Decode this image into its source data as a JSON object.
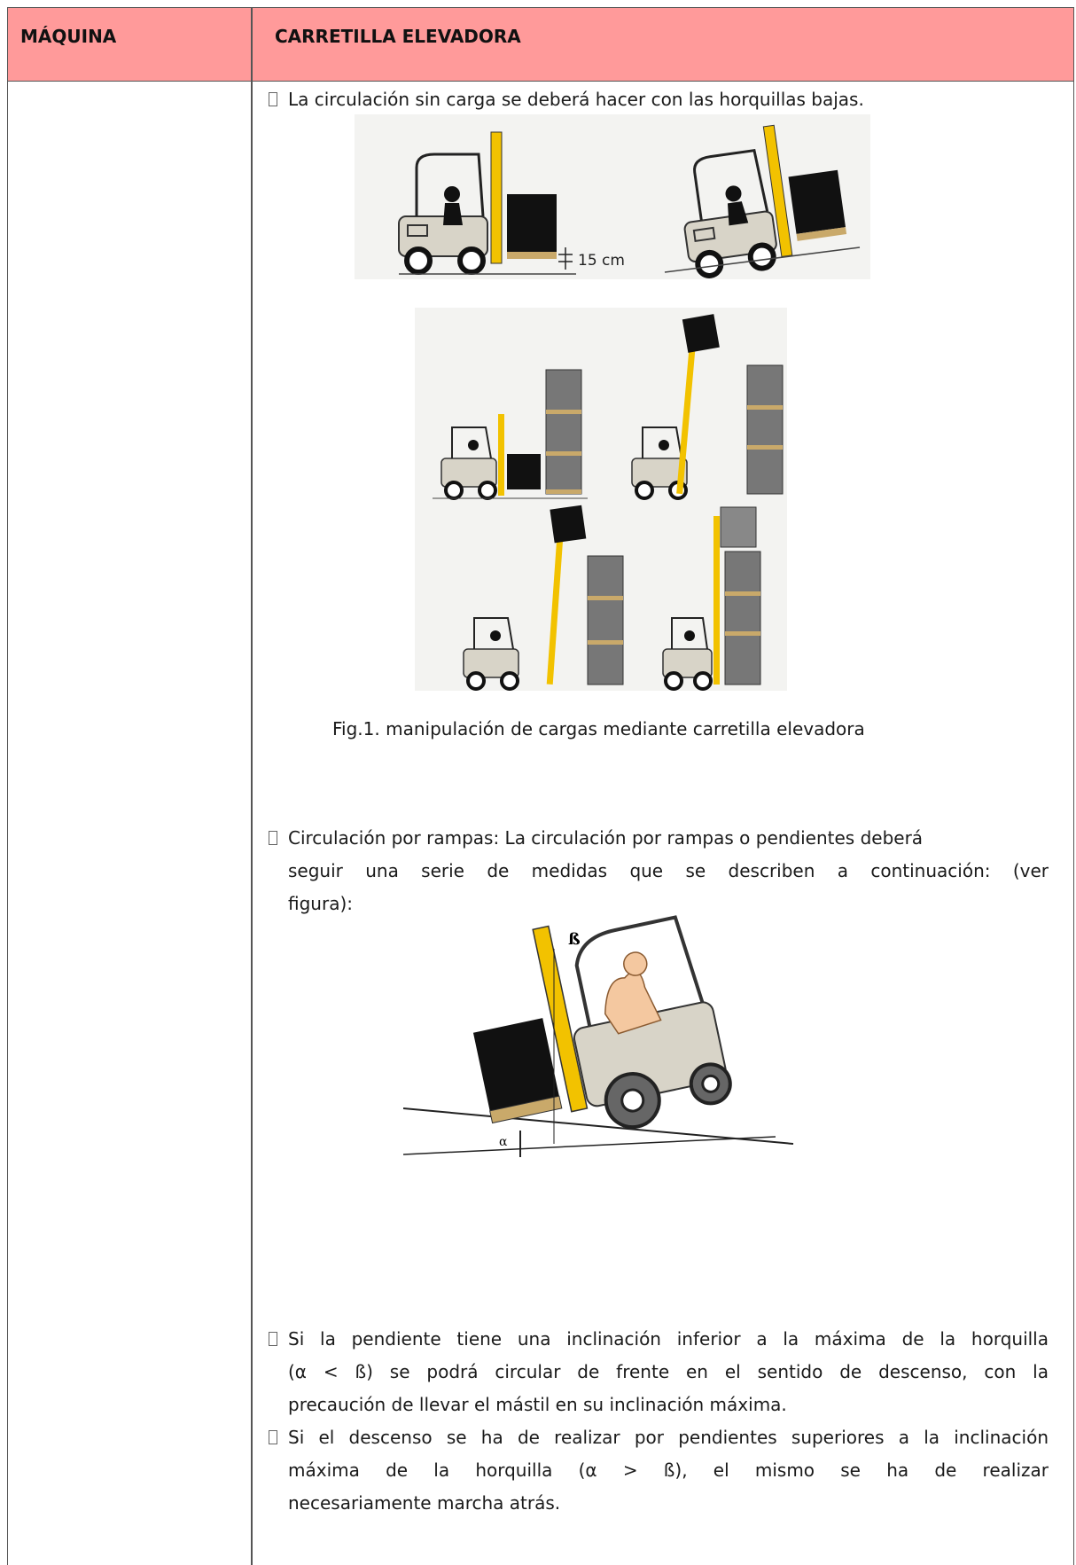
{
  "header": {
    "left": "MÁQUINA",
    "right": "CARRETILLA ELEVADORA"
  },
  "content": {
    "bullet1": "La circulación sin carga se deberá hacer con las horquillas bajas.",
    "fig1_measure": "15 cm",
    "caption": "Fig.1. manipulación de cargas mediante carretilla elevadora",
    "bullet2_l1": "Circulación por rampas: La circulación por rampas o pendientes deberá",
    "bullet2_l2": "seguir una serie de medidas que se describen a continuación: (ver",
    "bullet2_l3": "figura):",
    "bullet3_l1": "Si la pendiente tiene una inclinación inferior a la máxima de la horquilla",
    "bullet3_l2": "(α < ß) se podrá circular de frente en el sentido de descenso, con la",
    "bullet3_l3": "precaución de llevar el mástil en su inclinación máxima.",
    "bullet4_l1": "Si el descenso se ha de realizar por pendientes superiores a la inclinación",
    "bullet4_l2": "máxima de la horquilla (α > ß), el mismo se ha de realizar",
    "bullet4_l3": "necesariamente marcha atrás.",
    "ramp_beta": "ß",
    "ramp_alpha": "α"
  },
  "colors": {
    "header_bg": "#ff9a9a",
    "mast": "#f2c200",
    "body": "#d8d4c8"
  }
}
